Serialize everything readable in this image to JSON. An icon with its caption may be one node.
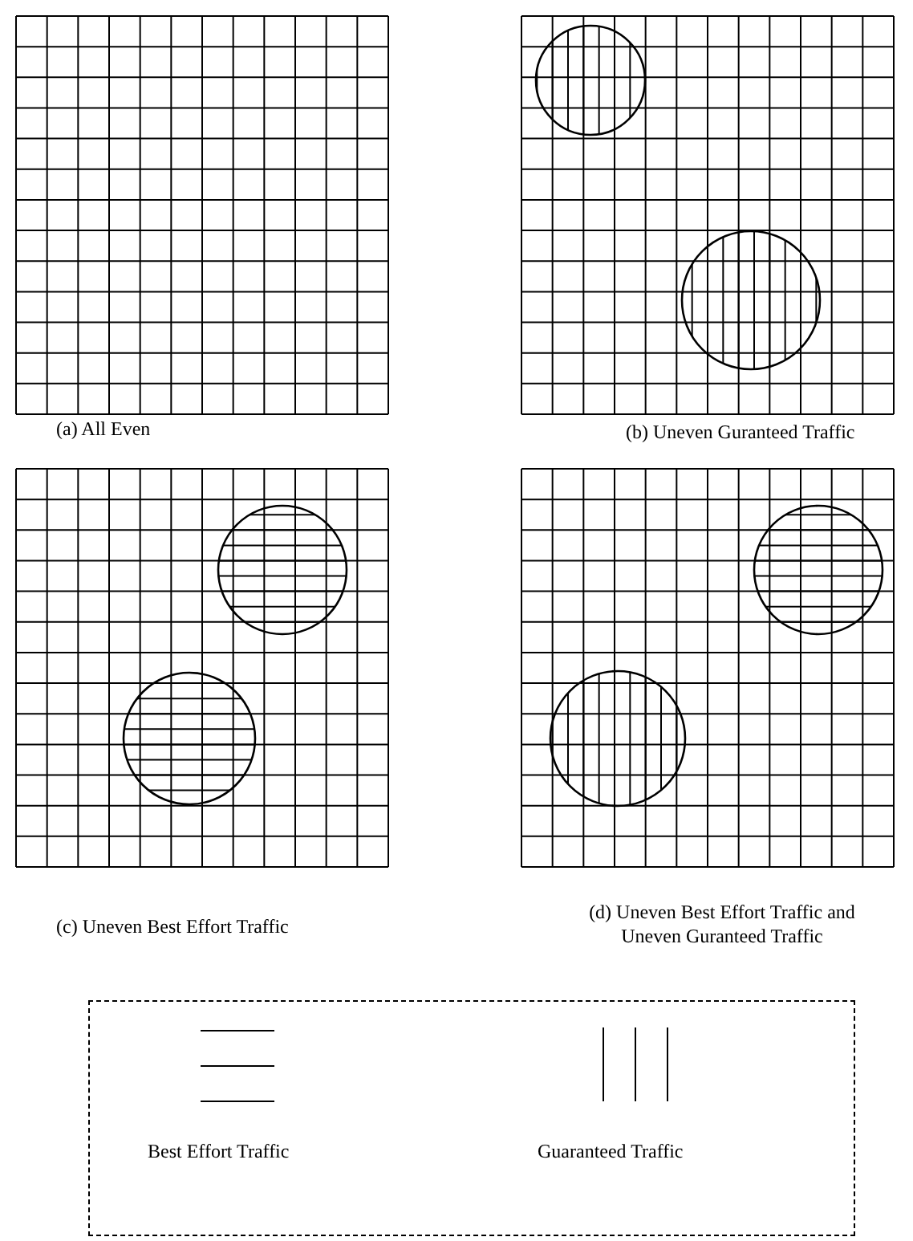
{
  "diagram": {
    "labels": [
      "(a) All Even",
      "(b) Uneven Guranteed Traffic",
      "(c) Uneven Best Effort Traffic",
      "(d) Uneven Best Effort Traffic and Uneven Guranteed Traffic"
    ],
    "legend": [
      {
        "text": "Best Effort Traffic"
      },
      {
        "text": "Guaranteed Traffic"
      }
    ]
  }
}
